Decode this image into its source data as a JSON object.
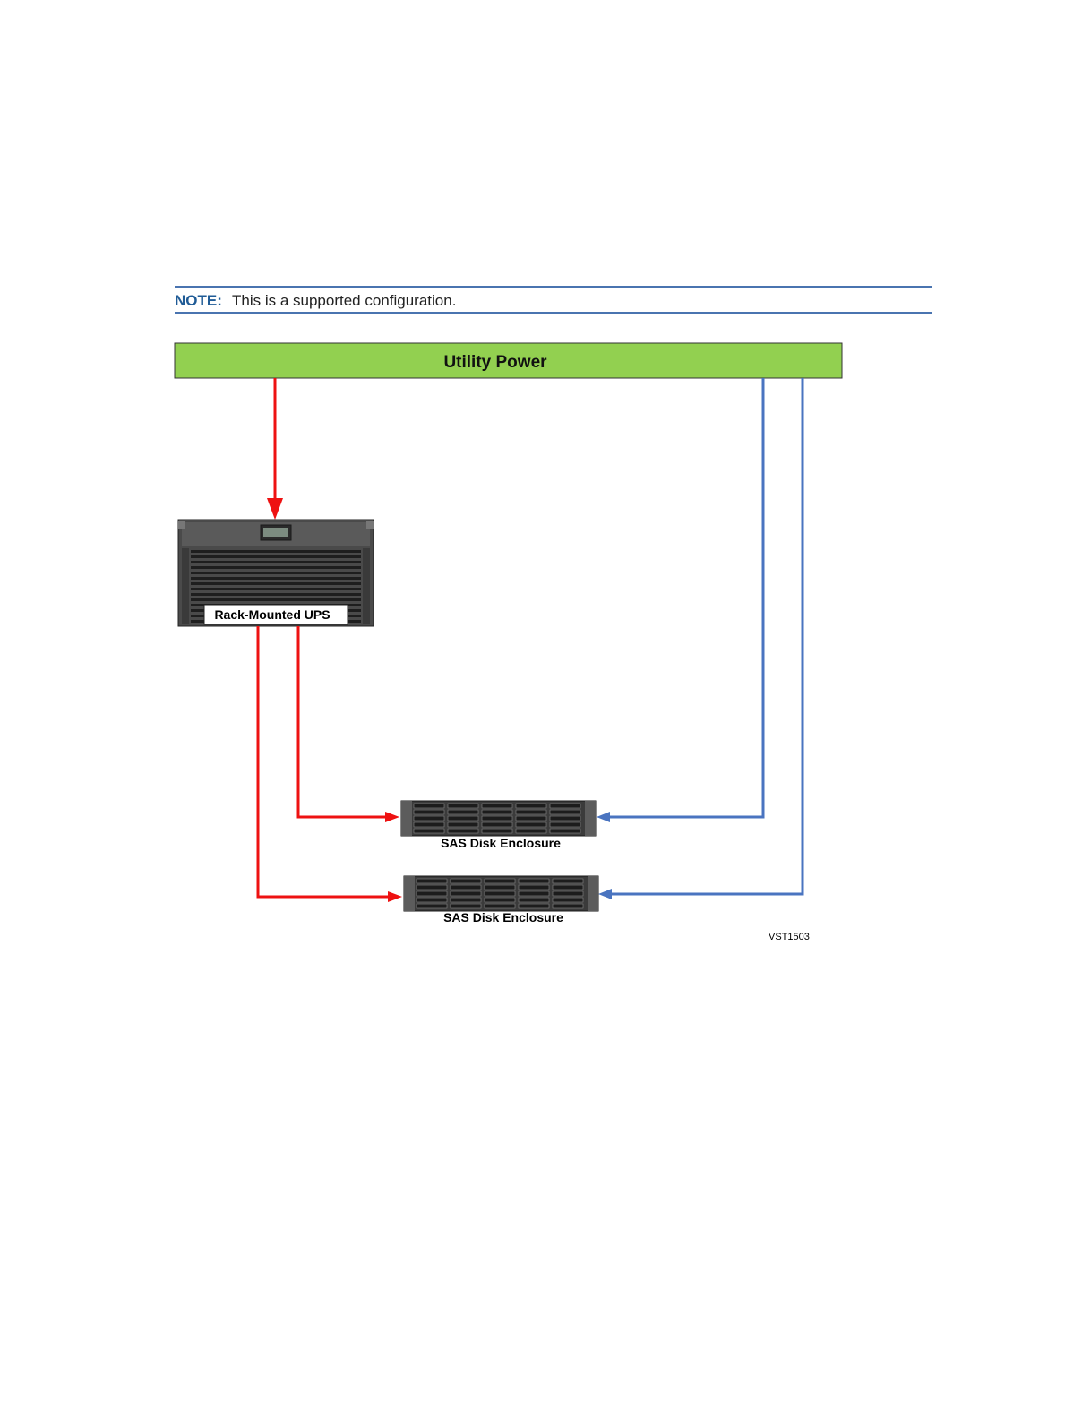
{
  "note": {
    "label": "NOTE:",
    "text": "This is a supported configuration."
  },
  "diagram": {
    "utility_power": "Utility Power",
    "ups_label": "Rack-Mounted UPS",
    "enclosure_1_label": "SAS Disk Enclosure",
    "enclosure_2_label": "SAS Disk Enclosure",
    "figure_id": "VST1503"
  },
  "colors": {
    "utility_fill": "#92d050",
    "ups_power_line": "#ee1111",
    "utility_power_line": "#4a74c0",
    "note_accent": "#1f5b96"
  }
}
